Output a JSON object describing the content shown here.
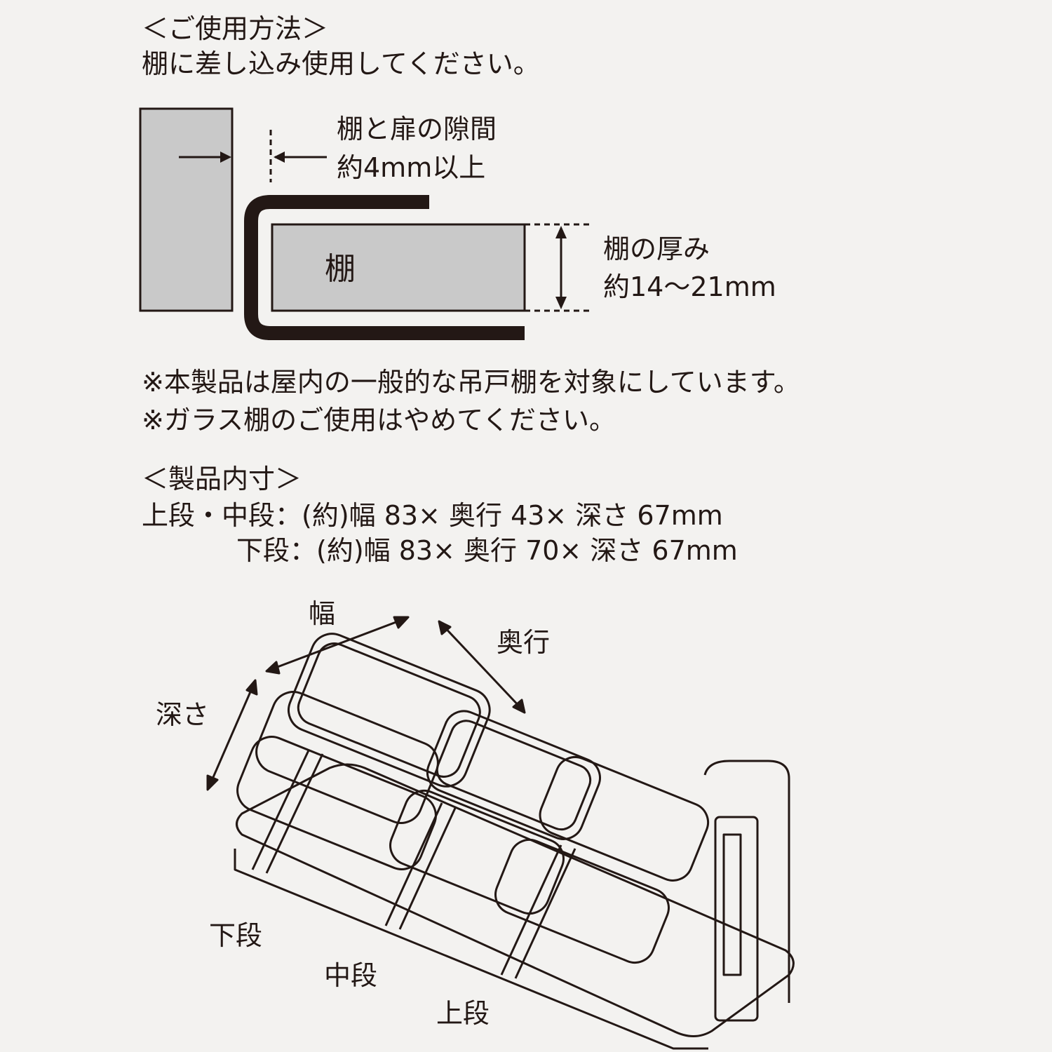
{
  "usage": {
    "heading": "＜ご使用方法＞",
    "instruction": "棚に差し込み使用してください。",
    "gap_label_1": "棚と扉の隙間",
    "gap_label_2": "約4mm以上",
    "shelf_label": "棚",
    "thickness_label_1": "棚の厚み",
    "thickness_label_2": "約14〜21mm"
  },
  "notes": [
    "※本製品は屋内の一般的な吊戸棚を対象にしています。",
    "※ガラス棚のご使用はやめてください。"
  ],
  "dimensions": {
    "heading": "＜製品内寸＞",
    "rows": [
      "上段・中段：(約)幅 83× 奥行 43× 深さ 67mm",
      "下段：(約)幅 83× 奥行 70× 深さ 67mm"
    ]
  },
  "rack_labels": {
    "width": "幅",
    "depth": "奥行",
    "height": "深さ",
    "lower": "下段",
    "middle": "中段",
    "upper": "上段"
  },
  "colors": {
    "background": "#f3f2f0",
    "ink": "#231815",
    "shelf_fill": "#c9c9c9"
  }
}
